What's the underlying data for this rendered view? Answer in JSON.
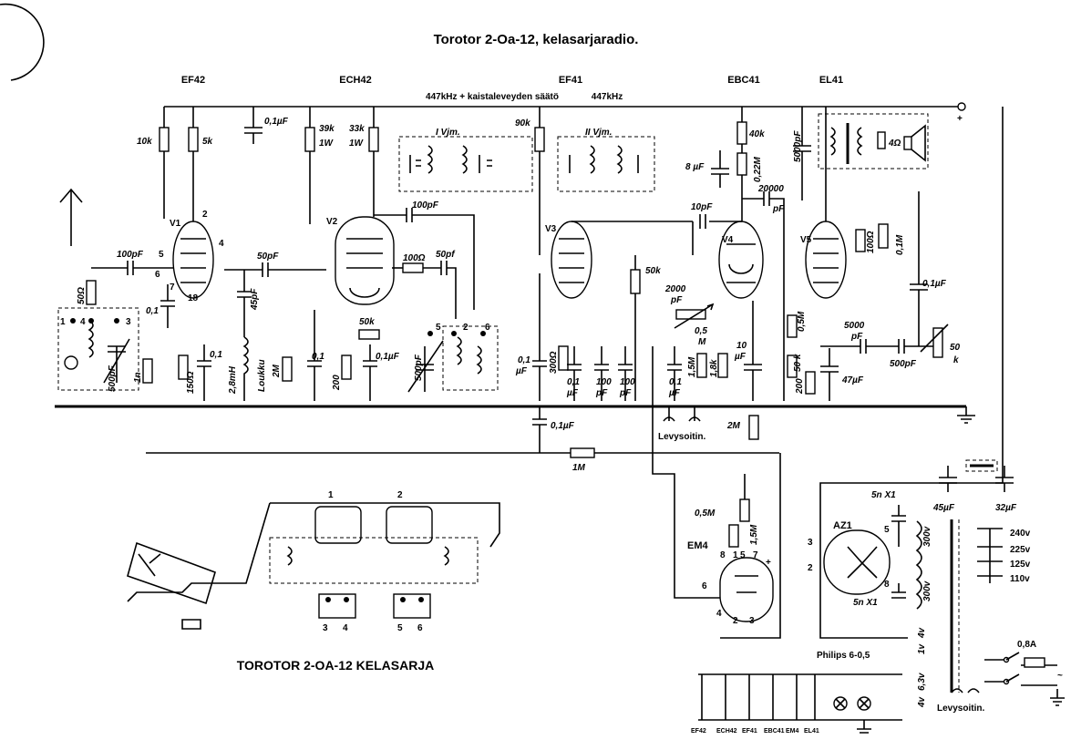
{
  "title": "Torotor 2-Oa-12, kelasarjaradio.",
  "caption": "TOROTOR 2-OA-12 KELASARJA",
  "tubes": [
    {
      "name": "EF42",
      "ref": "V1"
    },
    {
      "name": "ECH42",
      "ref": "V2"
    },
    {
      "name": "EF41",
      "ref": "V3"
    },
    {
      "name": "EBC41",
      "ref": "V4"
    },
    {
      "name": "EL41",
      "ref": "V5"
    },
    {
      "name": "EM4",
      "ref": ""
    },
    {
      "name": "AZ1",
      "ref": ""
    }
  ],
  "if_notes": {
    "bandwidth": "447kHz + kaistaleveyden säätö",
    "second": "447kHz",
    "if1": "I Vjm.",
    "if2": "II Vjm."
  },
  "values": {
    "r10k": "10k",
    "r5k": "5k",
    "c01uf_top": "0,1µF",
    "r39k": "39k",
    "r33k": "33k",
    "w1a": "1W",
    "w1b": "1W",
    "r90k": "90k",
    "r40k": "40k",
    "c8uf": "8 µF",
    "r022m": "0,22M",
    "c5000pf": "5000pF",
    "c20000pf": "20000",
    "pf": "pF",
    "ohm4": "4Ω",
    "c100pf_v1": "100pF",
    "c50pf": "50pF",
    "c100pf_v2": "100pF",
    "r100": "100Ω",
    "c50pf2": "50pf",
    "c10pf": "10pF",
    "r50k": "50k",
    "c2000pf": "2000",
    "pf2": "pF",
    "pot05m": "0,5",
    "m": "M",
    "c10uf": "10",
    "uf": "µF",
    "r100ohm_v5": "100Ω",
    "r01m": "0,1M",
    "c01uf_v5": "0,1µF",
    "r05m": "0,5M",
    "c5000pf2": "5000",
    "pf3": "pF",
    "c500pf2": "500pF",
    "pot50k": "50",
    "k": "k",
    "r50k2": "50 k",
    "c47uf": "47µF",
    "r200b": "200",
    "r50ohm": "50Ω",
    "c500pf": "500pF",
    "c01": "0,1",
    "r1n": "1n",
    "r150": "150Ω",
    "c01b": "0,1",
    "l28mh": "2,8mH",
    "loukku": "Loukku",
    "c45pf": "45pF",
    "r2m": "2M",
    "c01c": "0,1",
    "r200": "200",
    "c01uf_v2": "0,1µF",
    "r50k_v2": "50k",
    "c500pf_if": "500pF",
    "c01uf_v3a": "0,1",
    "uf_a": "µF",
    "r300": "300Ω",
    "c01uf_v3b": "0,1",
    "uf_b": "µF",
    "c100pf_a": "100",
    "pf_a": "pF",
    "c100pf_b": "100",
    "pf_b": "pF",
    "c01uf_v4": "0,1",
    "uf_c": "µF",
    "r15m": "1,5M",
    "r18k": "1,8k",
    "c01uf_bottom": "0,1µF",
    "r1m": "1M",
    "r2m_b": "2M",
    "r05m_em4": "0,5M",
    "r15m_em4": "1,5M",
    "cap45uf": "45µF",
    "cap32uf": "32µF",
    "c5nx1a": "5n X1",
    "c5nx1b": "5n X1",
    "v300a": "300v",
    "v300b": "300v",
    "v4a": "4v",
    "v1a": "1v",
    "v4b": "4v",
    "v63": "6,3v",
    "v240": "240v",
    "v225": "225v",
    "v125": "125v",
    "v110": "110v",
    "fuse": "0,8A",
    "lamp": "Philips 6-0,5"
  },
  "levysoitin": "Levysoitin.",
  "heater_tubes": [
    "EF42",
    "ECH42",
    "EF41",
    "EBC41",
    "EM4",
    "EL41"
  ],
  "pins": [
    "1",
    "2",
    "3",
    "4",
    "5",
    "6",
    "7",
    "8",
    "18"
  ]
}
